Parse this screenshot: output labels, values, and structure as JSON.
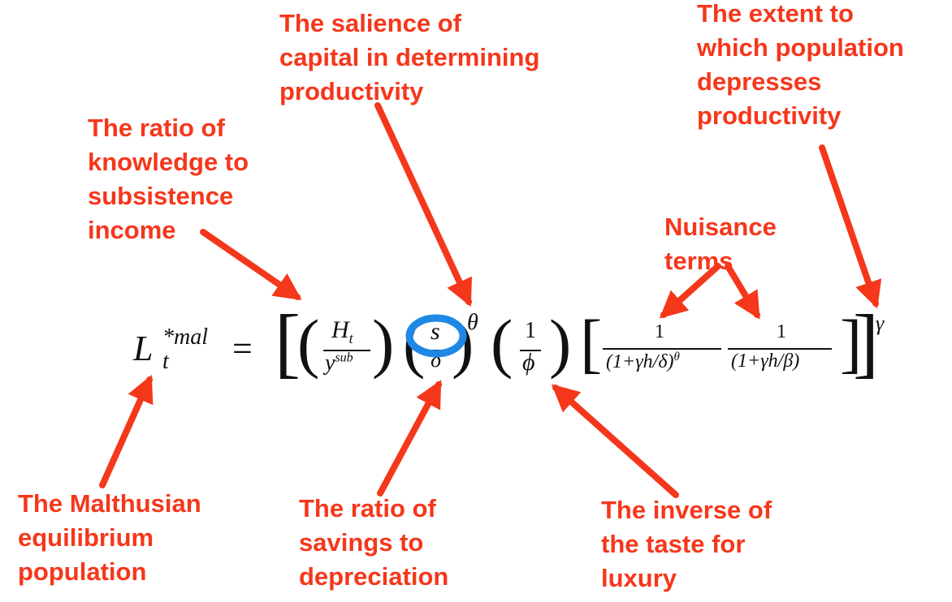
{
  "annotations": {
    "salience": [
      "The salience of",
      "capital in determining",
      "productivity"
    ],
    "population_depress": [
      "The extent to",
      "which population",
      "depresses",
      "productivity"
    ],
    "knowledge_ratio": [
      "The ratio of",
      "knowledge to",
      "subsistence",
      "income"
    ],
    "nuisance": [
      "Nuisance",
      "terms"
    ],
    "malthusian": [
      "The Malthusian",
      "equilibrium",
      "population"
    ],
    "savings_ratio": [
      "The ratio of",
      "savings to",
      "depreciation"
    ],
    "inverse_taste": [
      "The inverse of",
      "the taste for",
      "luxury"
    ]
  },
  "equation": {
    "lhs_base": "L",
    "lhs_sub": "t",
    "lhs_sup": "*mal",
    "equals": "=",
    "term1_num": "H",
    "term1_num_sub": "t",
    "term1_den": "y",
    "term1_den_sup": "sub",
    "term2_num": "s",
    "term2_den": "δ",
    "term2_exp": "θ",
    "term3_num": "1",
    "term3_den": "ϕ",
    "term4_num": "1",
    "term4_den": "(1+γh/δ)",
    "term4_den_exp": "θ",
    "term5_num": "1",
    "term5_den": "(1+γh/β)",
    "outer_exp": "γ"
  },
  "colors": {
    "annotation": "#f5371b",
    "highlight_circle": "#1e88e5",
    "equation": "#111111"
  }
}
